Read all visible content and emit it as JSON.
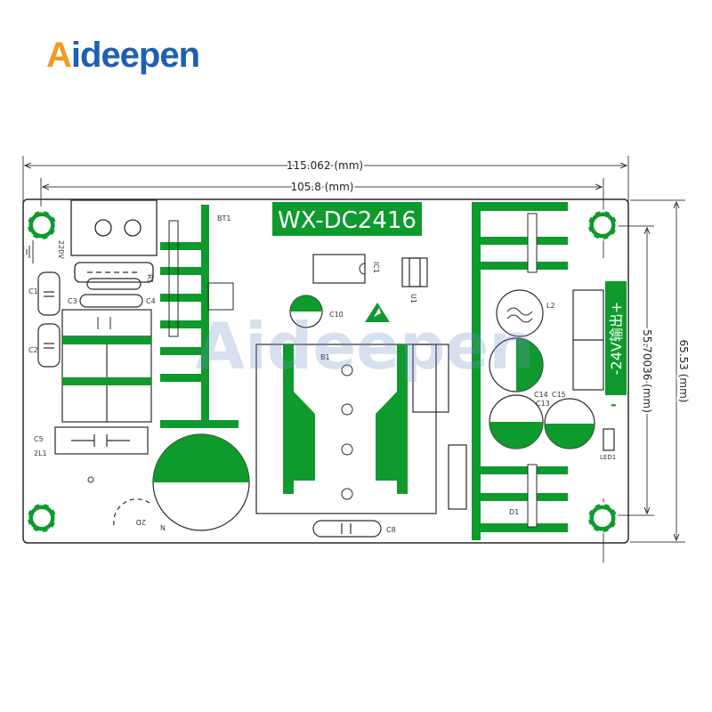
{
  "brand": {
    "first": "A",
    "rest": "ideepen",
    "watermark": "Aideepen"
  },
  "board": {
    "model": "WX-DC2416",
    "output_label": "-24V输出+",
    "plus": "+",
    "minus": "-"
  },
  "dimensions": {
    "total_width": "115.062 (mm)",
    "hole_width": "105.8 (mm)",
    "total_height": "65.53 (mm)",
    "hole_height": "55.70036 (mm)"
  },
  "components": {
    "bt1": "BT1",
    "ac_in": "220V",
    "r1": "R1",
    "c1": "C1",
    "c2": "C2",
    "c3": "C3",
    "c4": "C4",
    "c5": "C5",
    "lf": "2L1",
    "ic1": "IC1",
    "u1": "U1",
    "c10": "C10",
    "transformer": "B1",
    "l2": "L2",
    "c14": "C14",
    "c15": "C15",
    "c13": "C13",
    "led": "LED1",
    "d1": "D1",
    "c8": "C8",
    "d2": "2D",
    "n": "N"
  },
  "colors": {
    "green": "#0e9a2c",
    "outline": "#2a2a2a",
    "logo_orange": "#f39a1e",
    "logo_blue": "#1f5fb3"
  }
}
